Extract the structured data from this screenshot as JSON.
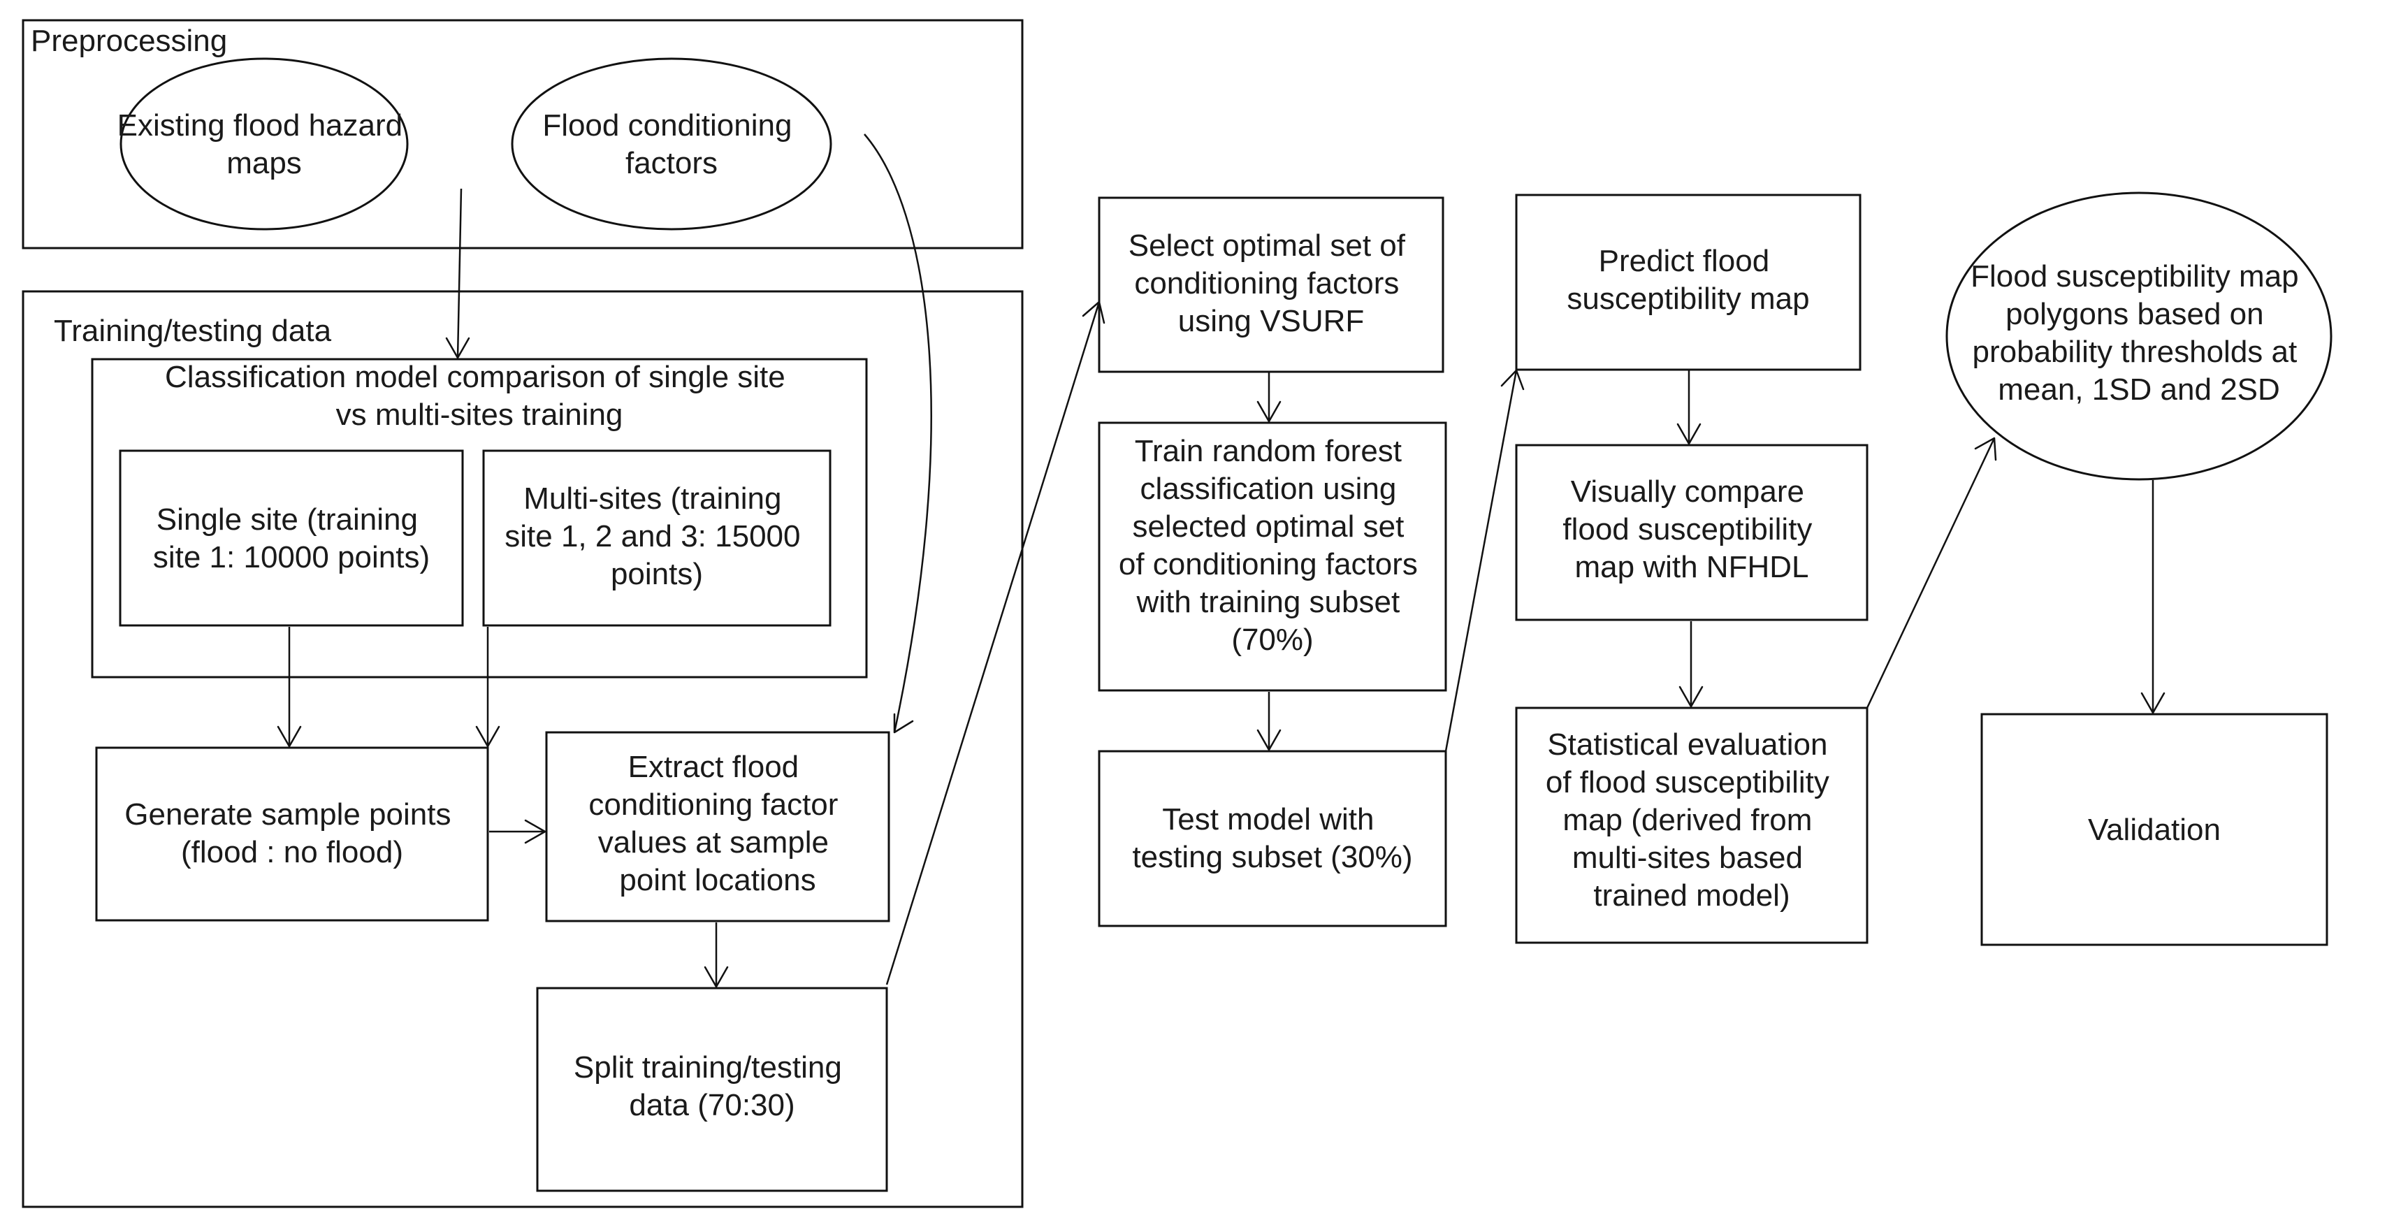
{
  "groups": {
    "preprocessing": "Preprocessing",
    "training_testing": "Training/testing data"
  },
  "nodes": {
    "existing_maps": [
      "Existing flood hazard",
      "maps"
    ],
    "conditioning_factors": [
      "Flood conditioning",
      "factors"
    ],
    "model_comparison": [
      "Classification model comparison of single site",
      "vs multi-sites training"
    ],
    "single_site": [
      "Single site (training",
      "site 1: 10000 points)"
    ],
    "multi_sites": [
      "Multi-sites (training",
      "site 1, 2 and 3: 15000",
      "points)"
    ],
    "generate_points": [
      "Generate sample points",
      "(flood : no flood)"
    ],
    "extract_values": [
      "Extract flood",
      "conditioning factor",
      "values at sample",
      "point locations"
    ],
    "split_data": [
      "Split training/testing",
      "data (70:30)"
    ],
    "select_factors": [
      "Select optimal set of",
      "conditioning factors",
      "using VSURF"
    ],
    "train_rf": [
      "Train random forest",
      "classification using",
      "selected optimal set",
      "of conditioning factors",
      "with training subset",
      "(70%)"
    ],
    "test_model": [
      "Test model with",
      "testing subset (30%)"
    ],
    "predict_map": [
      "Predict flood",
      "susceptibility map"
    ],
    "compare_nfhdl": [
      "Visually compare",
      "flood susceptibility",
      "map with NFHDL"
    ],
    "statistical_eval": [
      "Statistical evaluation",
      "of flood susceptibility",
      "map (derived from",
      "multi-sites based",
      "trained model)"
    ],
    "polygons": [
      "Flood susceptibility map",
      "polygons based on",
      "probability thresholds at",
      "mean, 1SD and 2SD"
    ],
    "validation": [
      "Validation"
    ]
  }
}
